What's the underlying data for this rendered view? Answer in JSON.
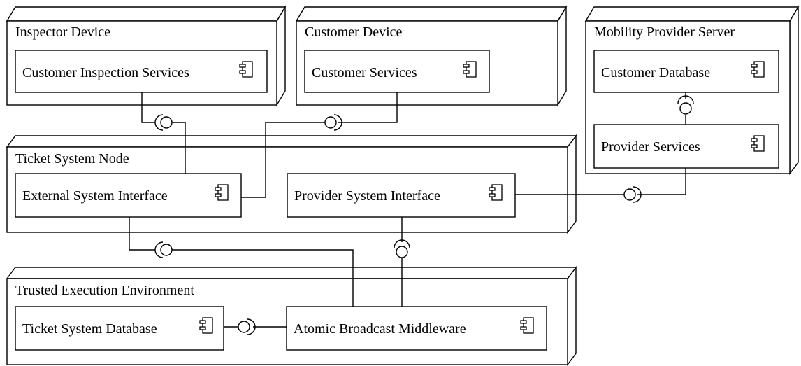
{
  "nodes": {
    "inspector": {
      "title": "Inspector Device"
    },
    "customer": {
      "title": "Customer Device"
    },
    "mobility": {
      "title": "Mobility Provider Server"
    },
    "ticket": {
      "title": "Ticket System Node"
    },
    "tee": {
      "title": "Trusted Execution Environment"
    }
  },
  "components": {
    "customer_inspection_services": "Customer Inspection Services",
    "customer_services": "Customer Services",
    "customer_database": "Customer Database",
    "provider_services": "Provider Services",
    "external_system_interface": "External System Interface",
    "provider_system_interface": "Provider System Interface",
    "ticket_system_database": "Ticket System Database",
    "atomic_broadcast_middleware": "Atomic Broadcast Middleware"
  },
  "icons": {
    "component": "uml-component-icon",
    "provided_interface": "lollipop-ball-icon",
    "required_interface": "socket-icon"
  }
}
